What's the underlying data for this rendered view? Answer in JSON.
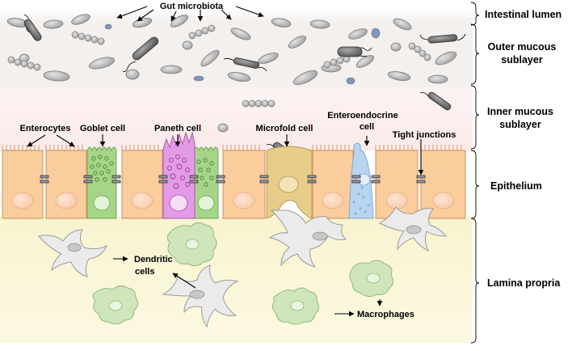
{
  "labels": {
    "gut_microbiota": "Gut microbiota",
    "enterocytes": "Enterocytes",
    "goblet_cell": "Goblet cell",
    "paneth_cell": "Paneth cell",
    "microfold_cell": "Microfold  cell",
    "enteroendocrine_line1": "Enteroendocrine",
    "enteroendocrine_line2": "cell",
    "tight_junctions": "Tight junctions",
    "dendritic_line1": "Dendritic",
    "dendritic_line2": "cells",
    "macrophages": "Macrophages"
  },
  "layers": {
    "intestinal_lumen": "Intestinal lumen",
    "outer_mucous_line1": "Outer mucous",
    "outer_mucous_line2": "sublayer",
    "inner_mucous_line1": "Inner mucous",
    "inner_mucous_line2": "sublayer",
    "epithelium": "Epithelium",
    "lamina_propria": "Lamina propria"
  },
  "colors": {
    "outer_mucus": "#f3f0ee",
    "inner_mucus": "#fbeeee",
    "lamina": "#fbf8dc",
    "enterocyte": "#fbcc9c",
    "enterocyte_stroke": "#d99a5f",
    "goblet": "#a6d58a",
    "paneth": "#e49be6",
    "microfold": "#e6cd8a",
    "enteroendocrine": "#b9d4ef",
    "dendritic": "#e9e9e9",
    "macrophage": "#cfe6bd",
    "bacteria_gray": "#b8b8b8",
    "bacteria_dark": "#6f6f6f",
    "bacteria_blue": "#7f93b3"
  }
}
